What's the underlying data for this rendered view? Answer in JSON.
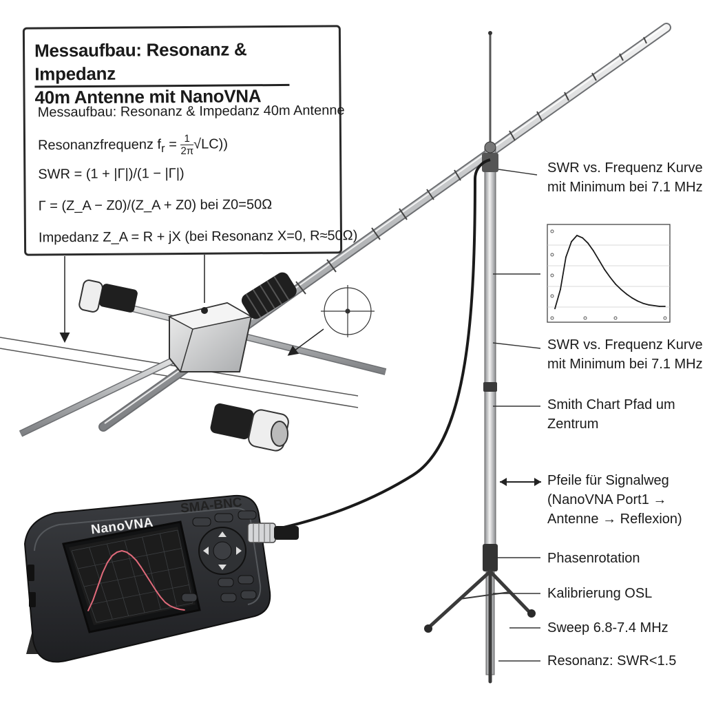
{
  "formula_box": {
    "title_line1": "Messaufbau: Resonanz & Impedanz",
    "title_line2": "40m Antenne mit NanoVNA",
    "subtitle": "Messaufbau: Resonanz & Impedanz 40m Antenne",
    "resonance_prefix": "Resonanzfrequenz f",
    "resonance_sub": "r",
    "resonance_eq": " = ",
    "resonance_num": "1",
    "resonance_den": "2π",
    "resonance_root": "√LC)",
    "resonance_suffix": ")",
    "swr_formula": "SWR = (1 + |Γ|)/(1 − |Γ|)",
    "gamma_formula": "Γ = (Z_A − Z0)/(Z_A + Z0) bei Z0=50Ω",
    "impedance_formula": "Impedanz Z_A = R + jX (bei Resonanz X=0, R≈50Ω)"
  },
  "callouts": {
    "swr_curve_1_line1": "SWR vs. Frequenz Kurve",
    "swr_curve_1_line2": "mit Minimum bei 7.1 MHz",
    "swr_curve_2_line1": "SWR vs. Frequenz Kurve",
    "swr_curve_2_line2": "mit Minimum bei 7.1 MHz",
    "smith_line1": "Smith Chart Pfad um",
    "smith_line2": "Zentrum",
    "signal_line1": "Pfeile für Signalweg",
    "signal_line2": "(NanoVNA Port1 →",
    "signal_line3": "Antenne → Reflexion)",
    "phase": "Phasenrotation",
    "calibration": "Kalibrierung OSL",
    "sweep": "Sweep 6.8-7.4 MHz",
    "resonance": "Resonanz: SWR<1.5"
  },
  "device": {
    "name": "NanoVNA",
    "connector": "SMA-BNC"
  },
  "colors": {
    "ink": "#1a1a1a",
    "device_body": "#2b2d30",
    "screen_bg": "#1c1c1c",
    "trace": "#e06a7a",
    "trace2": "#f0f0f0",
    "metal": "#c9cbcd"
  },
  "chart_data": [
    {
      "type": "line",
      "title": "",
      "xlabel": "",
      "ylabel": "",
      "series": [
        {
          "x": [
            0,
            1,
            2,
            3,
            4,
            5,
            6,
            7,
            8,
            9,
            10,
            11,
            12,
            13,
            14,
            15,
            16,
            17,
            18,
            19,
            20
          ],
          "values": [
            0.05,
            0.3,
            0.72,
            0.92,
            1.0,
            0.97,
            0.9,
            0.8,
            0.68,
            0.56,
            0.46,
            0.37,
            0.3,
            0.24,
            0.19,
            0.15,
            0.12,
            0.1,
            0.09,
            0.08,
            0.08
          ]
        }
      ]
    },
    {
      "type": "line",
      "title": "",
      "xlabel": "",
      "ylabel": "",
      "series": [
        {
          "x": [
            0,
            1,
            2,
            3,
            4,
            5,
            6,
            7,
            8,
            9,
            10,
            11,
            12,
            13,
            14,
            15,
            16,
            17,
            18,
            19,
            20
          ],
          "values": [
            0.05,
            0.2,
            0.4,
            0.6,
            0.75,
            0.85,
            0.9,
            0.92,
            0.9,
            0.85,
            0.78,
            0.68,
            0.57,
            0.46,
            0.35,
            0.25,
            0.17,
            0.12,
            0.09,
            0.07,
            0.06
          ]
        }
      ]
    }
  ]
}
